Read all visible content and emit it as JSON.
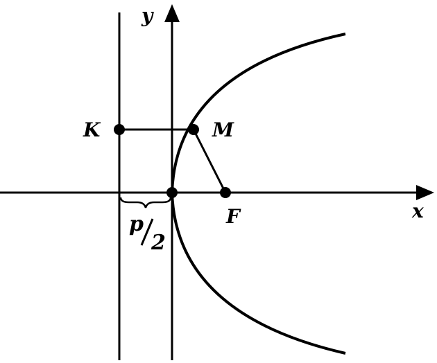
{
  "labels": {
    "y_axis": "y",
    "x_axis": "x",
    "point_k": "K",
    "point_m": "M",
    "point_f": "F",
    "param_p": "p",
    "param_divisor": "2"
  },
  "colors": {
    "stroke": "#000000",
    "background": "#ffffff"
  }
}
